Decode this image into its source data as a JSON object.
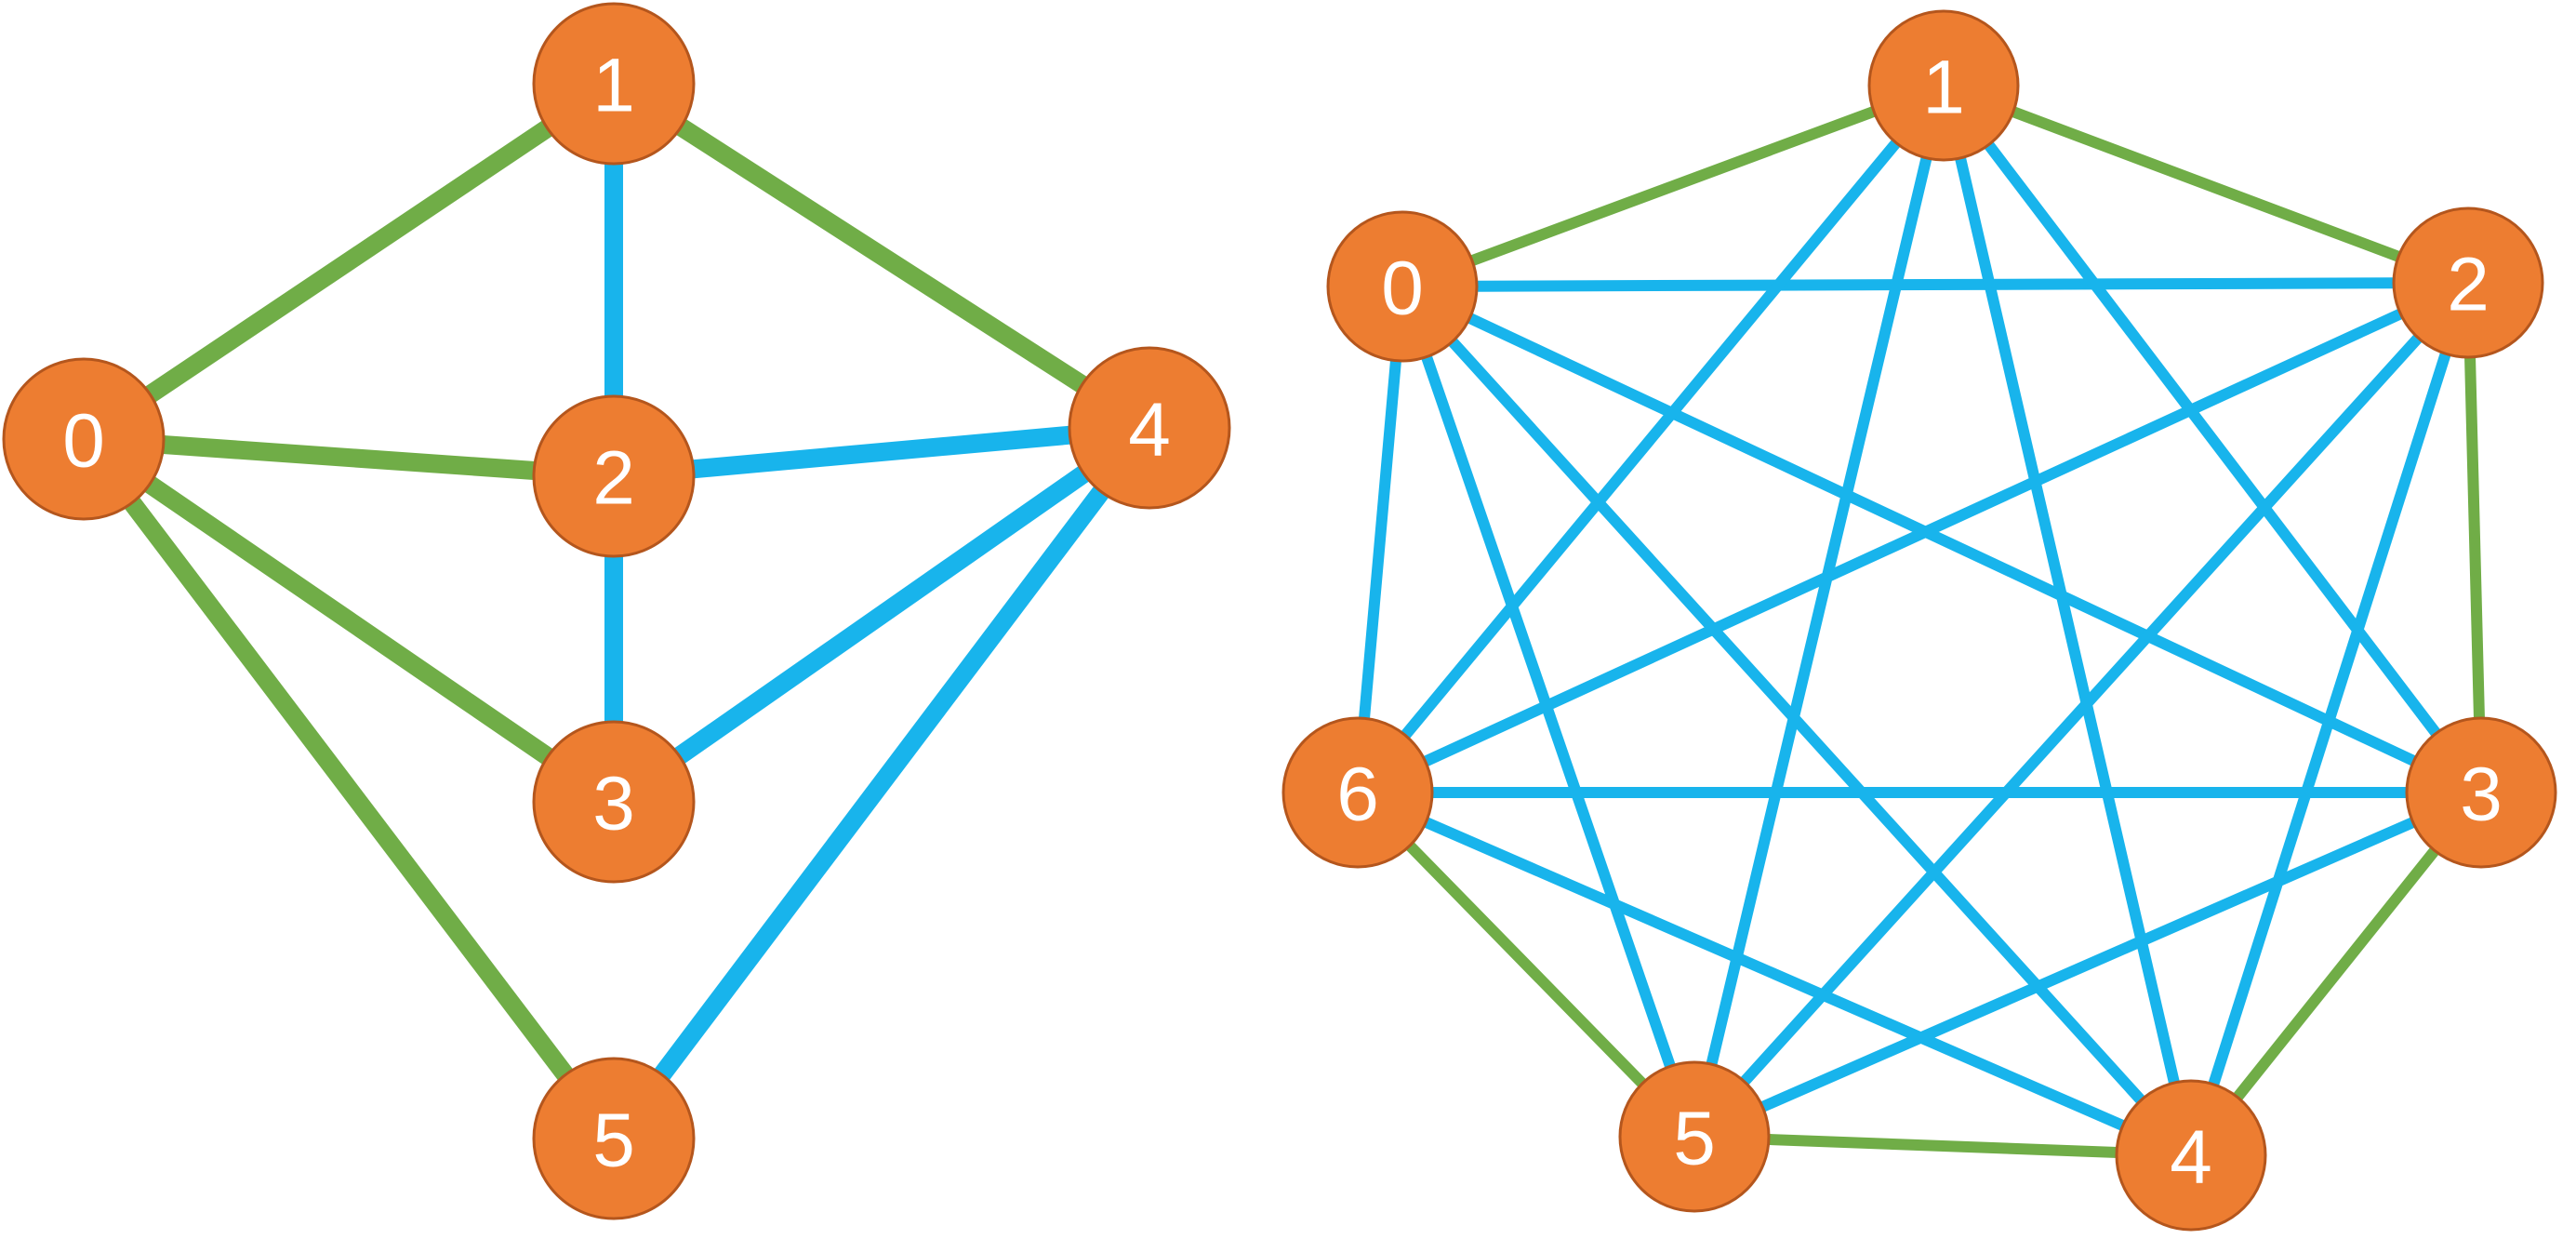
{
  "colors": {
    "node_fill": "#ed7d31",
    "node_stroke": "#b4561d",
    "label": "#ffffff",
    "green_edge": "#70ad47",
    "blue_edge": "#18b4ec",
    "background": "#ffffff"
  },
  "graphs": [
    {
      "id": "graph-left",
      "nodes": [
        {
          "id": "0",
          "label": "0"
        },
        {
          "id": "1",
          "label": "1"
        },
        {
          "id": "2",
          "label": "2"
        },
        {
          "id": "3",
          "label": "3"
        },
        {
          "id": "4",
          "label": "4"
        },
        {
          "id": "5",
          "label": "5"
        }
      ],
      "edges": [
        {
          "from": "0",
          "to": "1",
          "color": "green"
        },
        {
          "from": "1",
          "to": "4",
          "color": "green"
        },
        {
          "from": "0",
          "to": "2",
          "color": "green"
        },
        {
          "from": "0",
          "to": "3",
          "color": "green"
        },
        {
          "from": "0",
          "to": "5",
          "color": "green"
        },
        {
          "from": "1",
          "to": "2",
          "color": "blue"
        },
        {
          "from": "2",
          "to": "4",
          "color": "blue"
        },
        {
          "from": "2",
          "to": "3",
          "color": "blue"
        },
        {
          "from": "3",
          "to": "4",
          "color": "blue"
        },
        {
          "from": "4",
          "to": "5",
          "color": "blue"
        }
      ]
    },
    {
      "id": "graph-right",
      "nodes": [
        {
          "id": "0",
          "label": "0"
        },
        {
          "id": "1",
          "label": "1"
        },
        {
          "id": "2",
          "label": "2"
        },
        {
          "id": "3",
          "label": "3"
        },
        {
          "id": "4",
          "label": "4"
        },
        {
          "id": "5",
          "label": "5"
        },
        {
          "id": "6",
          "label": "6"
        }
      ],
      "edges": [
        {
          "from": "0",
          "to": "1",
          "color": "green"
        },
        {
          "from": "1",
          "to": "2",
          "color": "green"
        },
        {
          "from": "2",
          "to": "3",
          "color": "green"
        },
        {
          "from": "3",
          "to": "4",
          "color": "green"
        },
        {
          "from": "4",
          "to": "5",
          "color": "green"
        },
        {
          "from": "5",
          "to": "6",
          "color": "green"
        },
        {
          "from": "0",
          "to": "6",
          "color": "blue"
        },
        {
          "from": "0",
          "to": "2",
          "color": "blue"
        },
        {
          "from": "0",
          "to": "3",
          "color": "blue"
        },
        {
          "from": "0",
          "to": "4",
          "color": "blue"
        },
        {
          "from": "0",
          "to": "5",
          "color": "blue"
        },
        {
          "from": "1",
          "to": "3",
          "color": "blue"
        },
        {
          "from": "1",
          "to": "4",
          "color": "blue"
        },
        {
          "from": "1",
          "to": "5",
          "color": "blue"
        },
        {
          "from": "1",
          "to": "6",
          "color": "blue"
        },
        {
          "from": "2",
          "to": "4",
          "color": "blue"
        },
        {
          "from": "2",
          "to": "5",
          "color": "blue"
        },
        {
          "from": "2",
          "to": "6",
          "color": "blue"
        },
        {
          "from": "3",
          "to": "5",
          "color": "blue"
        },
        {
          "from": "3",
          "to": "6",
          "color": "blue"
        },
        {
          "from": "4",
          "to": "6",
          "color": "blue"
        }
      ]
    }
  ]
}
